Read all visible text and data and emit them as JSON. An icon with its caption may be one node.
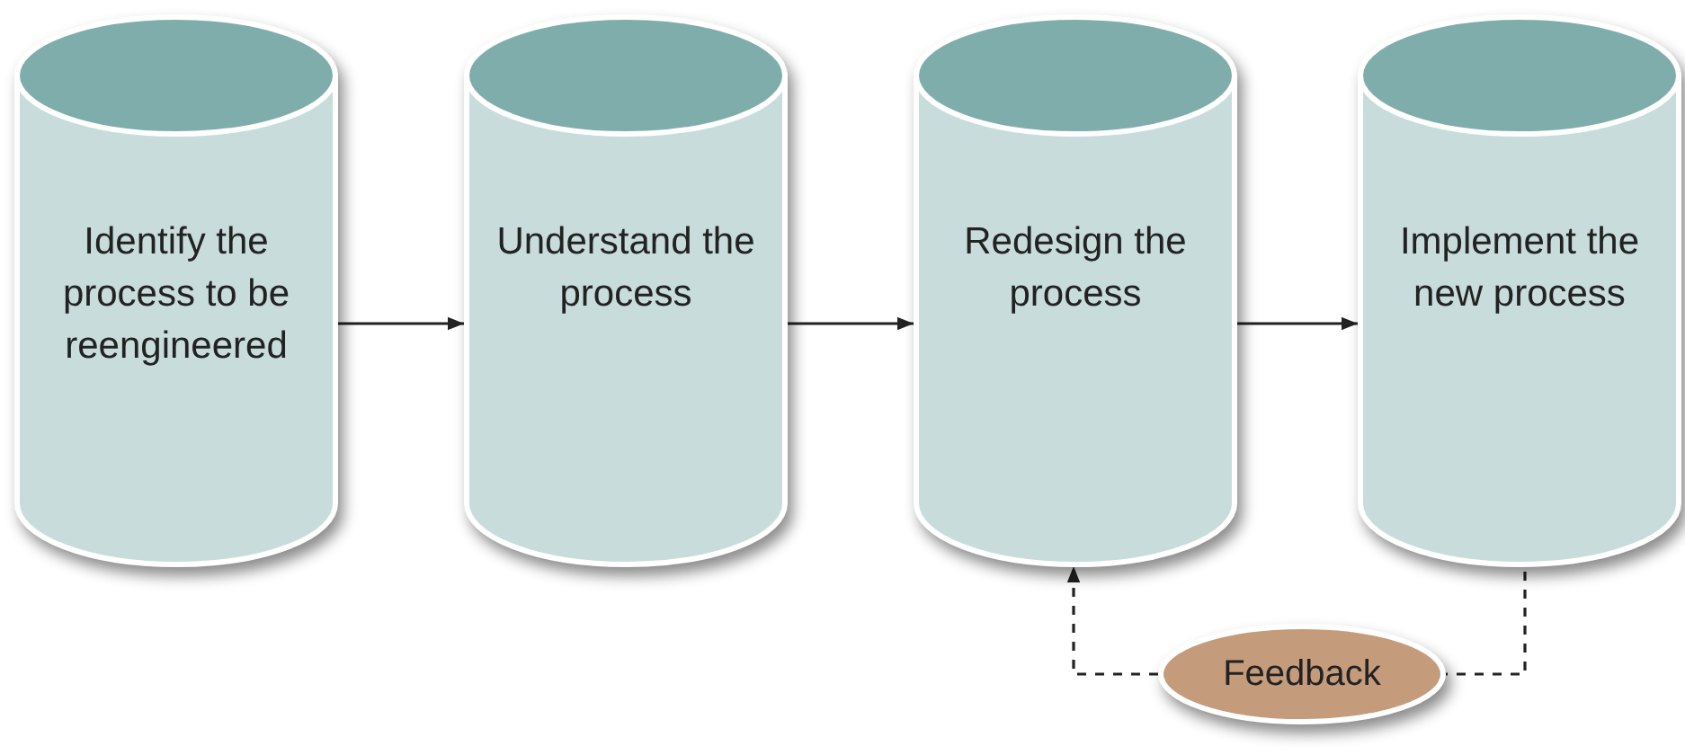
{
  "diagram": {
    "nodes": [
      {
        "text": [
          "Identify the process to be reengineered"
        ]
      },
      {
        "text": [
          "Understand the process"
        ]
      },
      {
        "text": [
          "Redesign the process"
        ]
      },
      {
        "text": [
          "Implement the new process"
        ]
      },
      {
        "text": [
          "Feedback"
        ]
      }
    ],
    "edges": [
      {
        "from": 0,
        "to": 1,
        "arrow": "to"
      },
      {
        "from": 1,
        "to": 2,
        "arrow": "to"
      },
      {
        "from": 2,
        "to": 3,
        "arrow": "to"
      },
      {
        "from": 3,
        "to": 4,
        "arrow": "none",
        "style": "dashed"
      },
      {
        "from": 4,
        "to": 2,
        "arrow": "to",
        "style": "dashed"
      }
    ]
  }
}
